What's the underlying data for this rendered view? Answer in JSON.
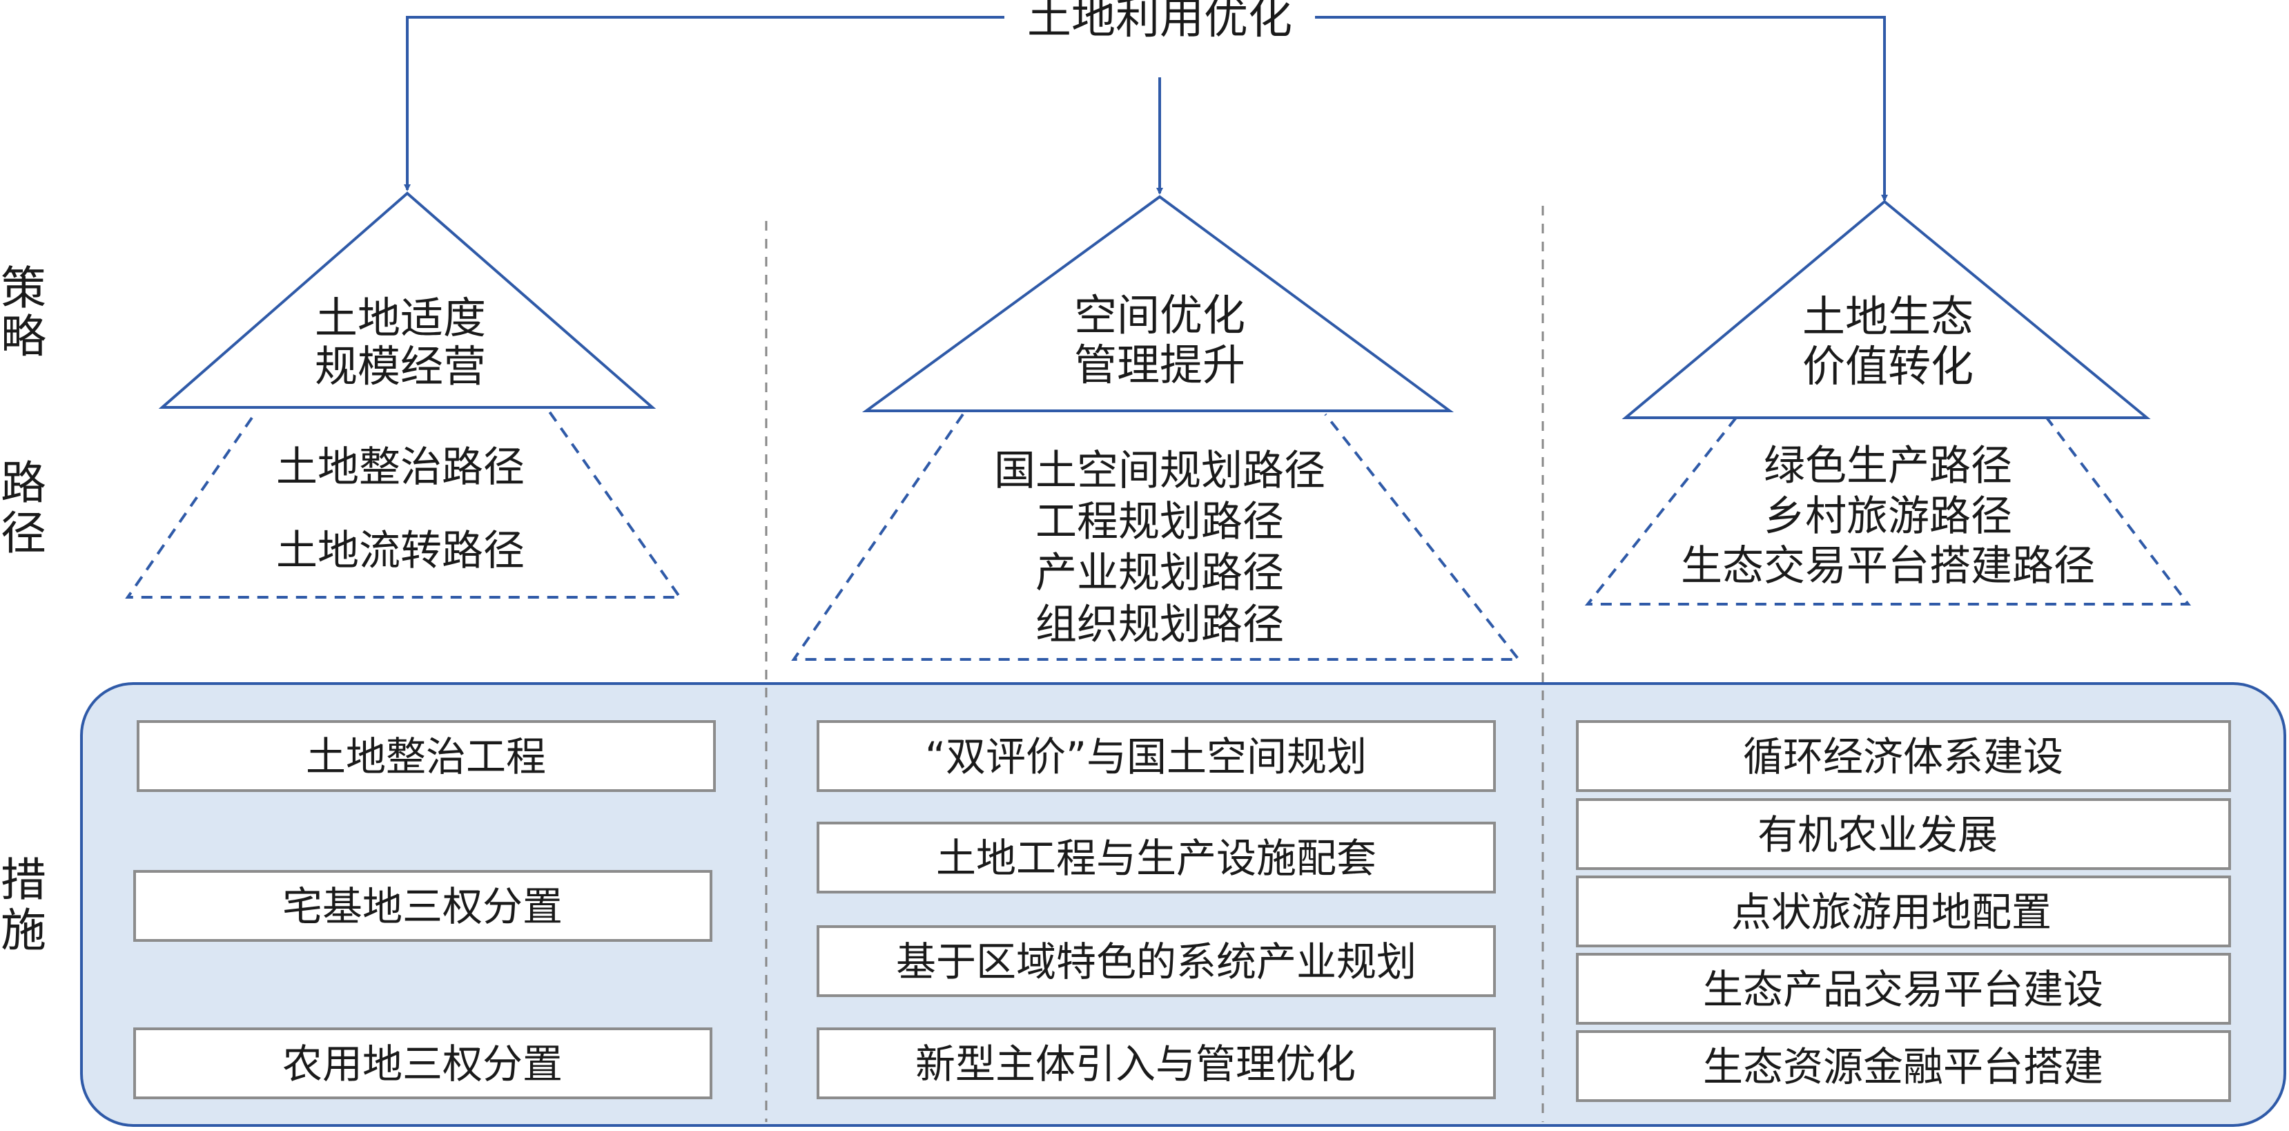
{
  "top_goal": "土地利用优化",
  "side_labels": {
    "strategy": [
      "策",
      "略"
    ],
    "path": [
      "路",
      "径"
    ],
    "measure": [
      "措",
      "施"
    ]
  },
  "columns": [
    {
      "strategy": [
        "土地适度",
        "规模经营"
      ],
      "paths": [
        "土地整治路径",
        "土地流转路径"
      ],
      "measures": [
        "土地整治工程",
        "宅基地三权分置",
        "农用地三权分置"
      ]
    },
    {
      "strategy": [
        "空间优化",
        "管理提升"
      ],
      "paths": [
        "国土空间规划路径",
        "工程规划路径",
        "产业规划路径",
        "组织规划路径"
      ],
      "measures": [
        "“双评价”与国土空间规划",
        "土地工程与生产设施配套",
        "基于区域特色的系统产业规划",
        "新型主体引入与管理优化"
      ]
    },
    {
      "strategy": [
        "土地生态",
        "价值转化"
      ],
      "paths": [
        "绿色生产路径",
        "乡村旅游路径",
        "生态交易平台搭建路径"
      ],
      "measures": [
        "循环经济体系建设",
        "有机农业发展",
        "点状旅游用地配置",
        "生态产品交易平台建设",
        "生态资源金融平台搭建"
      ]
    }
  ],
  "colors": {
    "line": "#2f5aa8",
    "panel_fill": "#dbe6f3",
    "box_border": "#8c8c8c",
    "divider": "#888888",
    "text": "#1a1a1a"
  }
}
